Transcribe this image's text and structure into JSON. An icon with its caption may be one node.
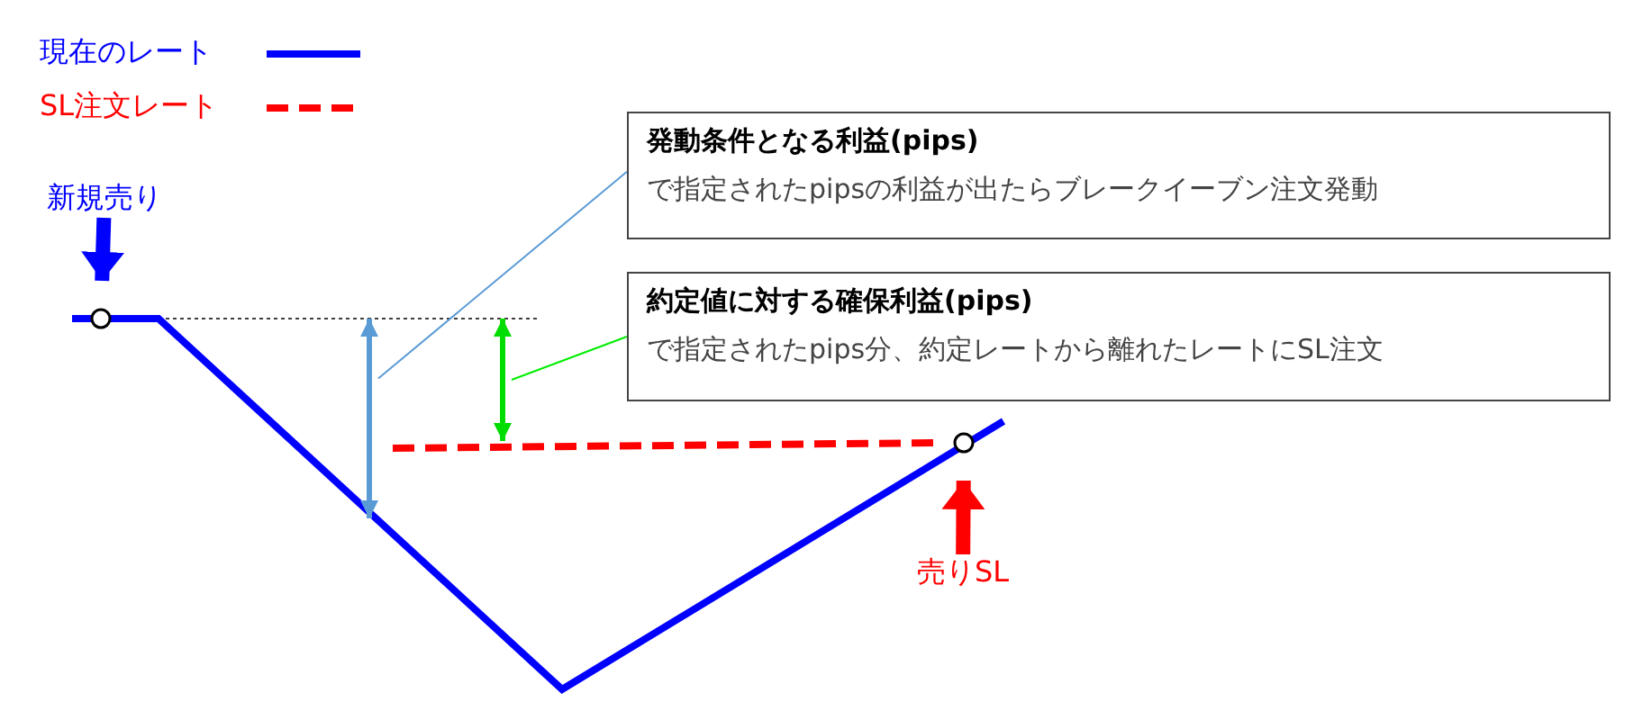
{
  "diagram": {
    "nodes": [
      {
        "text": [
          "発動条件となる利益(pips)",
          "で指定されたpipsの利益が出たらブレークイーブン注文発動"
        ]
      },
      {
        "text": [
          "約定値に対する確保利益(pips)",
          "で指定されたpips分、約定レートから離れたレートにSL注文"
        ]
      },
      {
        "text": [
          "新規売り"
        ]
      },
      {
        "text": [],
        "shape": "circle"
      },
      {
        "text": [
          "売りSL"
        ]
      },
      {
        "text": [],
        "shape": "circle"
      },
      {
        "text": [],
        "shape": "arrow"
      },
      {
        "text": [],
        "shape": "arrow"
      }
    ],
    "edges": [
      {
        "from": 0,
        "to": 6,
        "arrow": "none",
        "color": "#5b9bd5"
      },
      {
        "from": 1,
        "to": 7,
        "arrow": "none",
        "color": "#00ee00"
      },
      {
        "from": 2,
        "to": 3,
        "arrow": "to",
        "style": "thick",
        "color": "#0000ff"
      },
      {
        "from": 4,
        "to": 5,
        "arrow": "to",
        "style": "thick",
        "color": "#ff0000"
      }
    ],
    "legend": [
      {
        "text": "現在のレート"
      },
      {
        "text": "SL注文レート"
      }
    ]
  }
}
